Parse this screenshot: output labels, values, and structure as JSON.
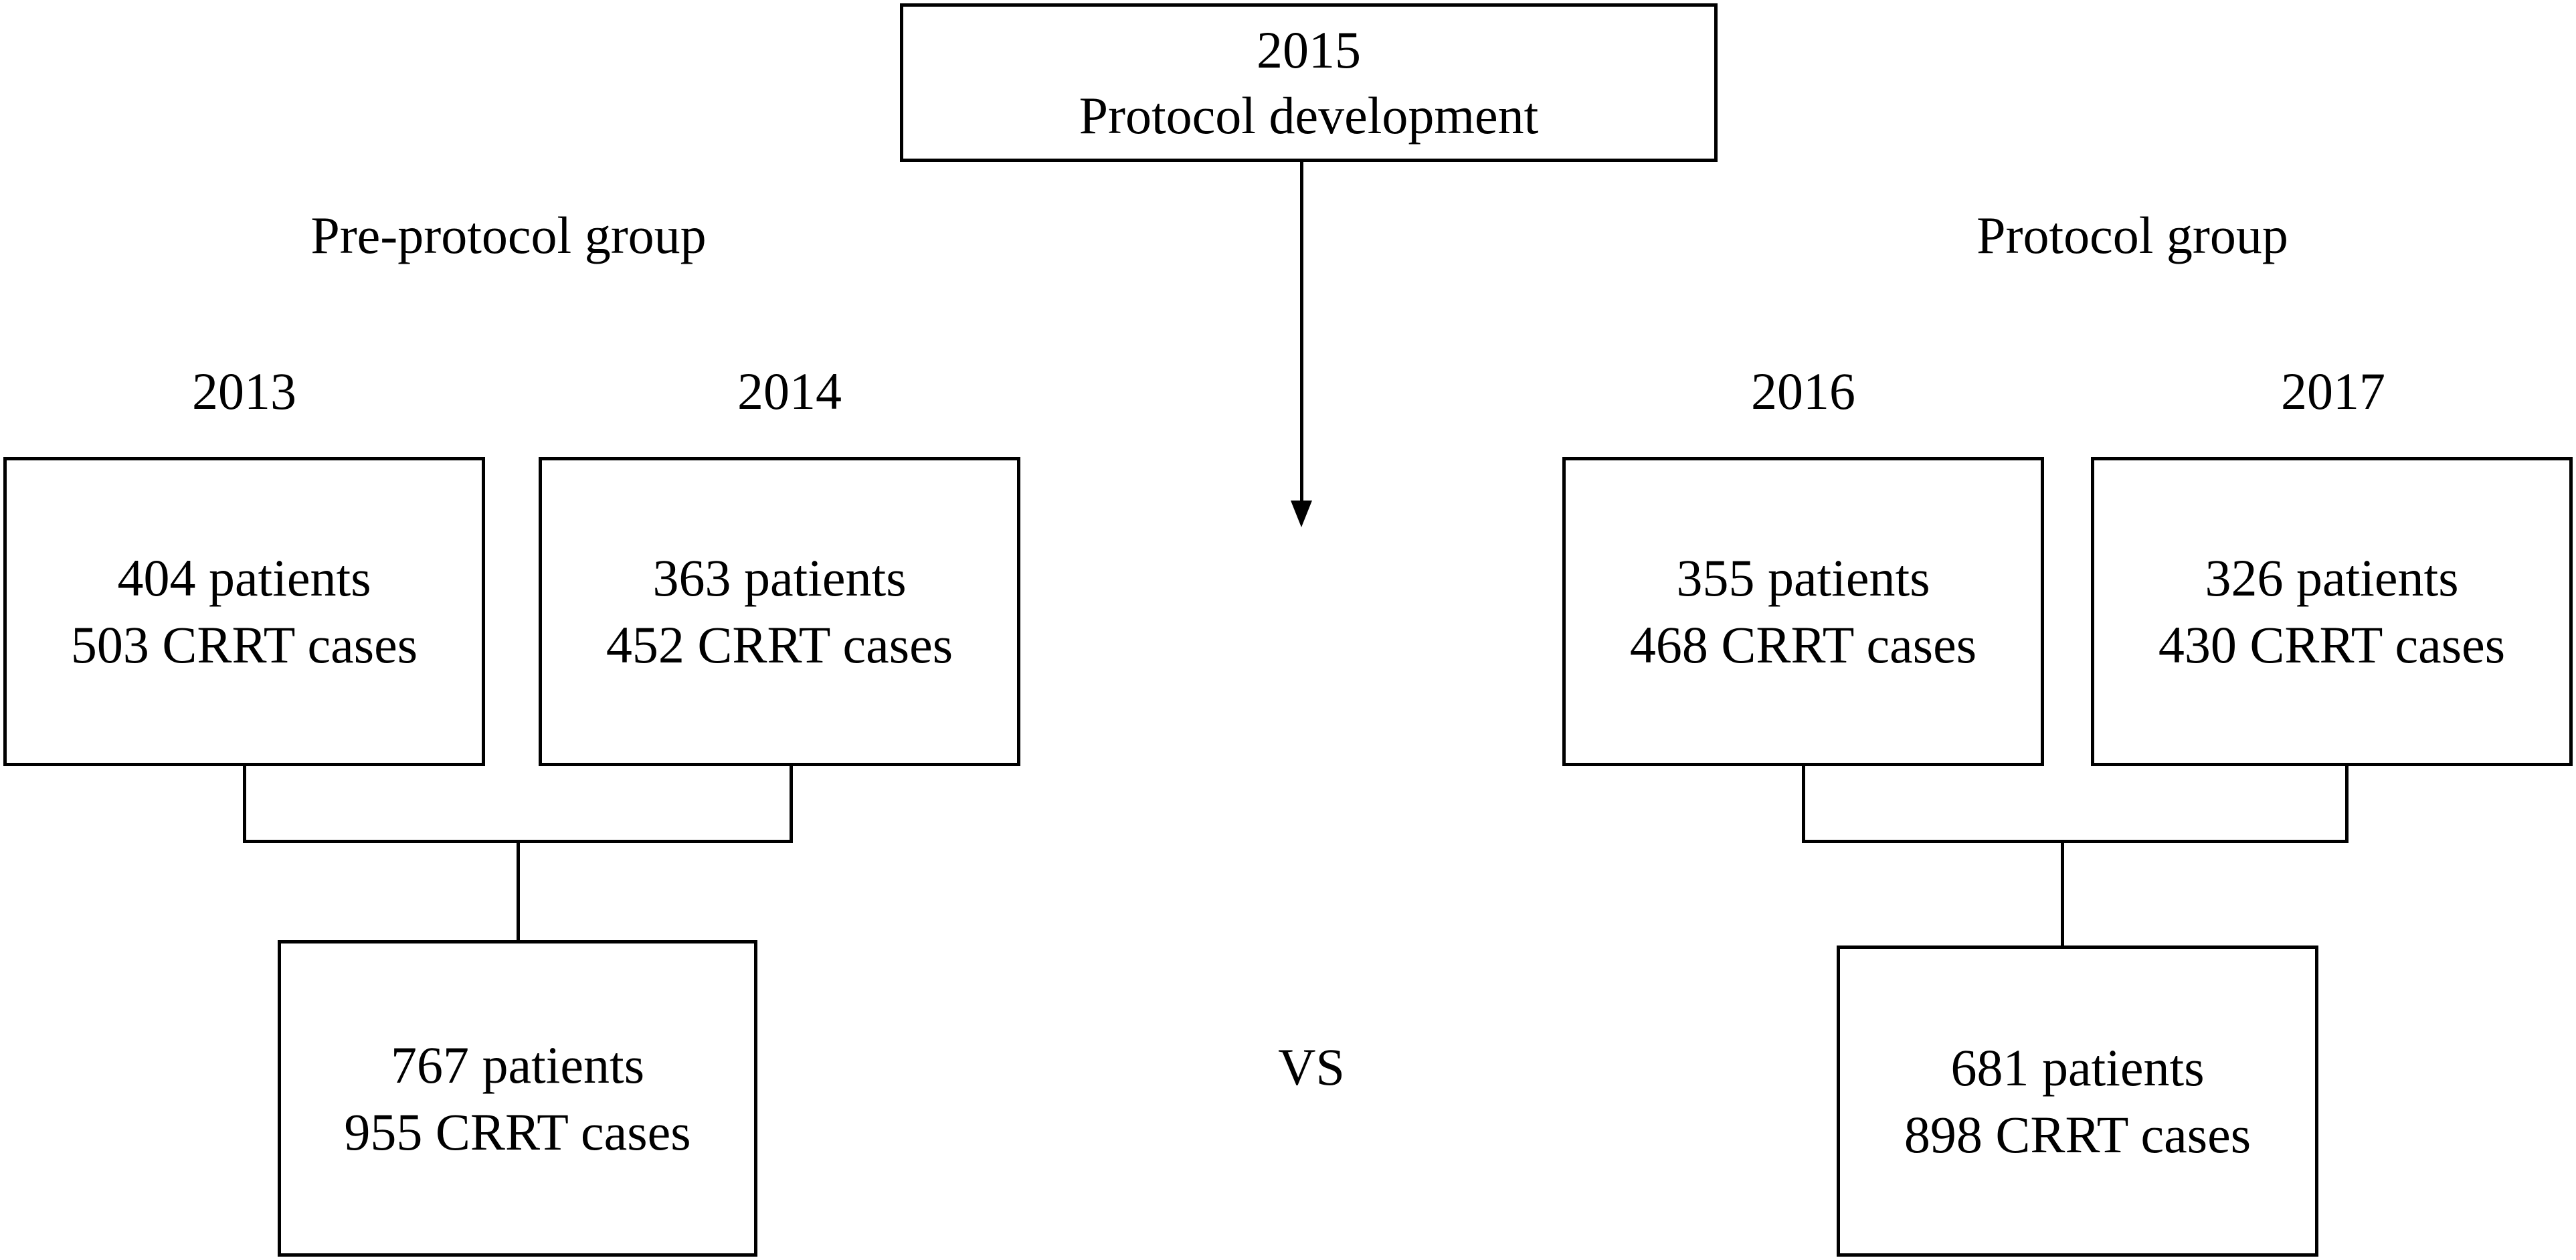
{
  "protocol": {
    "year": "2015",
    "title": "Protocol development"
  },
  "pre_protocol": {
    "group_label": "Pre-protocol group",
    "years": [
      {
        "year": "2013",
        "patients": "404 patients",
        "cases": "503 CRRT cases"
      },
      {
        "year": "2014",
        "patients": "363 patients",
        "cases": "452 CRRT cases"
      }
    ],
    "total": {
      "patients": "767 patients",
      "cases": "955 CRRT cases"
    }
  },
  "protocol_group": {
    "group_label": "Protocol group",
    "years": [
      {
        "year": "2016",
        "patients": "355 patients",
        "cases": "468 CRRT cases"
      },
      {
        "year": "2017",
        "patients": "326 patients",
        "cases": "430 CRRT cases"
      }
    ],
    "total": {
      "patients": "681 patients",
      "cases": "898 CRRT cases"
    }
  },
  "comparison": "VS"
}
